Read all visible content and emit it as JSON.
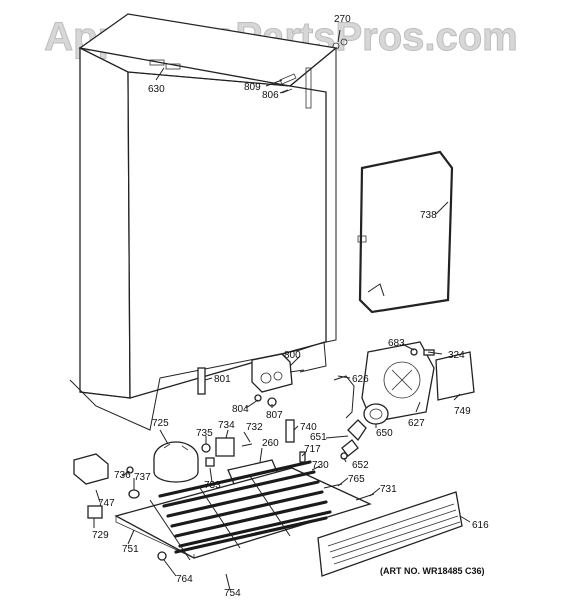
{
  "watermark": "AppliancePartsPros.com",
  "art_note": "(ART NO. WR18485 C36)",
  "parts": [
    {
      "id": "270",
      "label": "270"
    },
    {
      "id": "630",
      "label": "630"
    },
    {
      "id": "809",
      "label": "809"
    },
    {
      "id": "806",
      "label": "806"
    },
    {
      "id": "738",
      "label": "738"
    },
    {
      "id": "683",
      "label": "683"
    },
    {
      "id": "324",
      "label": "324"
    },
    {
      "id": "800",
      "label": "800"
    },
    {
      "id": "801",
      "label": "801"
    },
    {
      "id": "626",
      "label": "626"
    },
    {
      "id": "804",
      "label": "804"
    },
    {
      "id": "807",
      "label": "807"
    },
    {
      "id": "749",
      "label": "749"
    },
    {
      "id": "627",
      "label": "627"
    },
    {
      "id": "725",
      "label": "725"
    },
    {
      "id": "734",
      "label": "734"
    },
    {
      "id": "732",
      "label": "732"
    },
    {
      "id": "740",
      "label": "740"
    },
    {
      "id": "735",
      "label": "735"
    },
    {
      "id": "651",
      "label": "651"
    },
    {
      "id": "650",
      "label": "650"
    },
    {
      "id": "260",
      "label": "260"
    },
    {
      "id": "717",
      "label": "717"
    },
    {
      "id": "730",
      "label": "730"
    },
    {
      "id": "652",
      "label": "652"
    },
    {
      "id": "736",
      "label": "736"
    },
    {
      "id": "737",
      "label": "737"
    },
    {
      "id": "733",
      "label": "733"
    },
    {
      "id": "765",
      "label": "765"
    },
    {
      "id": "747",
      "label": "747"
    },
    {
      "id": "731",
      "label": "731"
    },
    {
      "id": "616",
      "label": "616"
    },
    {
      "id": "729",
      "label": "729"
    },
    {
      "id": "751",
      "label": "751"
    },
    {
      "id": "764",
      "label": "764"
    },
    {
      "id": "754",
      "label": "754"
    }
  ]
}
